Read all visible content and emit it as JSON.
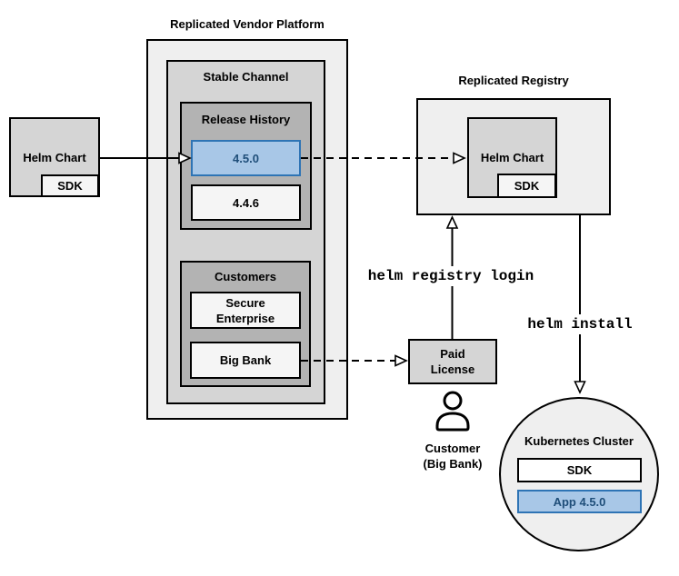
{
  "colors": {
    "background": "#ffffff",
    "container_fill": "#efefef",
    "panel_fill": "#d5d5d5",
    "group_fill": "#b3b3b3",
    "item_fill": "#f5f5f5",
    "highlight_fill": "#a8c7e7",
    "highlight_border": "#2e74b5",
    "highlight_text": "#1f4e79",
    "line": "#000000"
  },
  "vendor_platform": {
    "title": "Replicated Vendor Platform",
    "stable_channel": {
      "label": "Stable Channel",
      "release_history": {
        "label": "Release History",
        "releases": [
          {
            "version": "4.5.0",
            "highlighted": true
          },
          {
            "version": "4.4.6",
            "highlighted": false
          }
        ]
      },
      "customers": {
        "label": "Customers",
        "items": [
          {
            "name": "Secure Enterprise"
          },
          {
            "name": "Big Bank"
          }
        ]
      }
    }
  },
  "source_helm_chart": {
    "label": "Helm Chart",
    "sdk": "SDK"
  },
  "registry": {
    "title": "Replicated Registry",
    "helm_chart": {
      "label": "Helm Chart",
      "sdk": "SDK"
    }
  },
  "paid_license": {
    "label": "Paid License"
  },
  "customer": {
    "label": "Customer (Big Bank)"
  },
  "kubernetes": {
    "title": "Kubernetes Cluster",
    "sdk": "SDK",
    "app": "App 4.5.0"
  },
  "connections": [
    {
      "from": "helm-chart-source",
      "to": "release-4.5.0",
      "style": "solid",
      "label": ""
    },
    {
      "from": "release-4.5.0",
      "to": "registry-helm-chart",
      "style": "dashed",
      "label": ""
    },
    {
      "from": "big-bank",
      "to": "paid-license",
      "style": "dashed",
      "label": ""
    },
    {
      "from": "paid-license",
      "to": "replicated-registry",
      "style": "solid",
      "label": "helm registry login"
    },
    {
      "from": "replicated-registry",
      "to": "kubernetes-cluster",
      "style": "solid",
      "label": "helm install"
    }
  ]
}
